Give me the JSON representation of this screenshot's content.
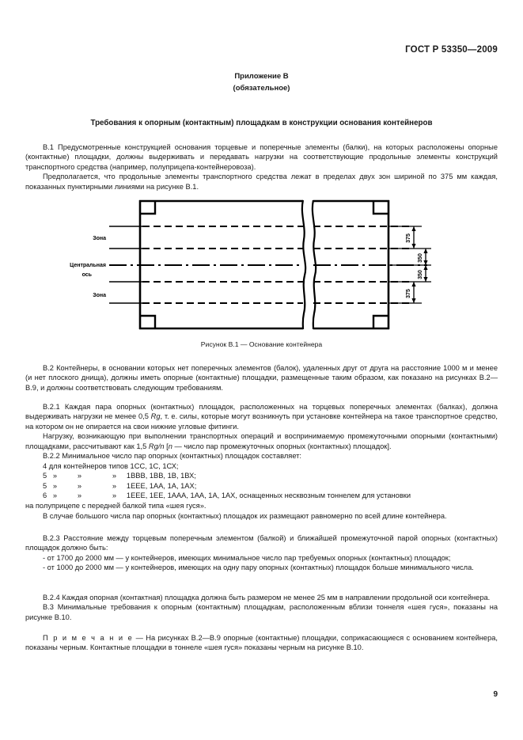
{
  "header": {
    "standard": "ГОСТ Р 53350—2009"
  },
  "appendix": {
    "line1": "Приложение В",
    "line2": "(обязательное)"
  },
  "section_title": "Требования к опорным (контактным) площадкам в конструкции основания контейнеров",
  "paragraphs": {
    "b1": "В.1 Предусмотренные конструкцией основания торцевые и поперечные элементы (балки), на которых расположены опорные (контактные) площадки, должны выдерживать и передавать нагрузки на соответствующие продольные элементы конструкций транспортного средства (например, полуприцепа-контейнеровоза).",
    "b1b": "Предполагается, что продольные элементы транспортного средства лежат в пределах двух зон шириной по 375 мм каждая, показанных пунктирными линиями на рисунке В.1.",
    "b2": "В.2 Контейнеры, в основании которых нет поперечных элементов (балок), удаленных друг от друга на расстояние 1000 м и менее (и нет плоского днища), должны иметь опорные (контактные) площадки, размещенные таким образом, как показано на рисунках В.2—В.9, и должны соответствовать следующим требованиям.",
    "b21_a": "В.2.1 Каждая пара опорных (контактных) площадок, расположенных на торцевых поперечных элементах (балках), должна выдерживать нагрузки не менее 0,5 ",
    "b21_rg": "Rg",
    "b21_b": ", т. е. силы, которые могут возникнуть при установке контейнера на такое транспортное средство, на котором он не опирается на свои нижние угловые фитинги.",
    "b21_c_a": "Нагрузку, возникающую при выполнении транспортных операций и воспринимаемую промежуточными опорными (контактными) площадками, рассчитывают как 1,5 ",
    "b21_c_rg": "Rg/n",
    "b21_c_b": " [",
    "b21_c_n": "n",
    "b21_c_c": " — число пар промежуточных опорных (контактных) площадок].",
    "b22": "В.2.2 Минимальное число пар опорных (контактных) площадок составляет:",
    "b22_row1": "4 для контейнеров типов 1СС, 1С, 1СХ;",
    "b22_row2": "5   »          »               »     1ВВВ, 1ВВ, 1В, 1ВХ;",
    "b22_row3": "5   »          »               »     1ЕЕЕ, 1АА, 1А, 1АХ;",
    "b22_row4": "6   »          »               »     1ЕЕЕ, 1ЕЕ, 1ААА, 1АА, 1А, 1АХ, оснащенных несквозным тоннелем для установки",
    "b22_row4_cont": "на полуприцепе с передней балкой типа «шея гуся».",
    "b22_after": "В случае большого числа пар опорных (контактных) площадок их размещают равномерно по всей длине контейнера.",
    "b23": "В.2.3 Расстояние между торцевым поперечным элементом (балкой) и ближайшей промежуточной парой опорных (контактных) площадок должно быть:",
    "b23_d1": "- от 1700 до 2000 мм — у контейнеров, имеющих минимальное число пар требуемых опорных (контактных) площадок;",
    "b23_d2": "- от 1000 до 2000 мм — у контейнеров, имеющих на одну пару опорных (контактных) площадок больше минимального числа.",
    "b24": "В.2.4 Каждая опорная (контактная) площадка должна быть размером не менее 25 мм в направлении продольной оси контейнера.",
    "b3": "В.3 Минимальные требования к опорным (контактным) площадкам, расположенным вблизи тоннеля «шея гуся», показаны на рисунке В.10.",
    "note_label": "П р и м е ч а н и е",
    "note_text": " — На рисунках В.2—В.9 опорные (контактные) площадки, соприкасающиеся с основанием контейнера, показаны черным. Контактные площадки в тоннеле «шея гуся» показаны черным на рисунке В.10."
  },
  "figure": {
    "caption": "Рисунок В.1 — Основание контейнера",
    "labels": {
      "zone_top": "Зона",
      "center_axis_line1": "Центральная",
      "center_axis_line2": "ось",
      "zone_bottom": "Зона"
    },
    "dimensions": {
      "d1": "375",
      "d2": "350",
      "d3": "350",
      "d4": "375"
    }
  },
  "page_number": "9"
}
